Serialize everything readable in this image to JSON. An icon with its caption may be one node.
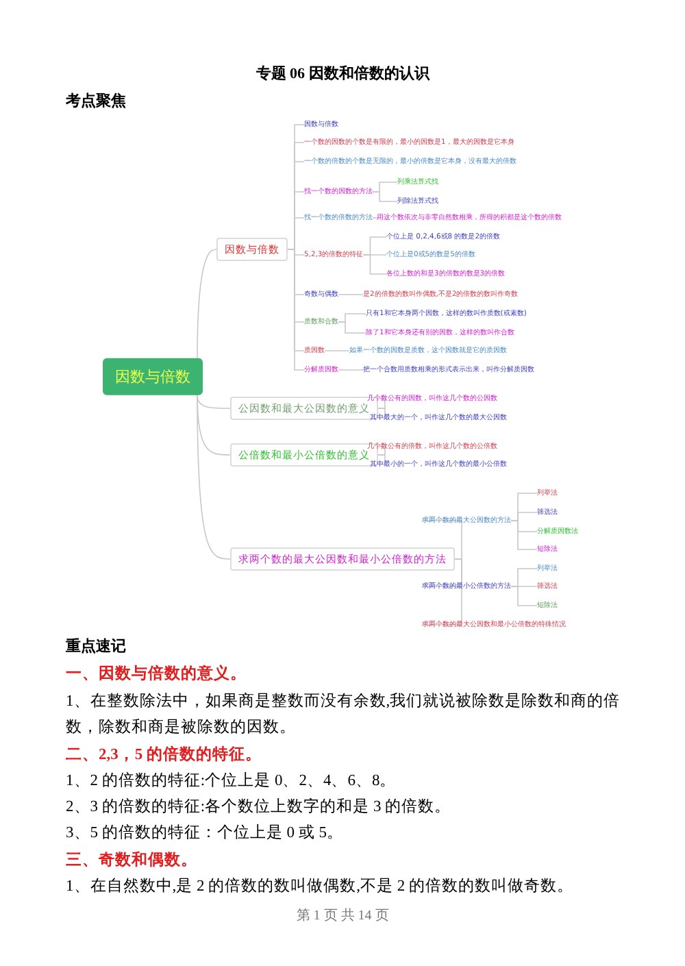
{
  "diagram": {
    "title": "专题 06 因数和倍数的认识",
    "nodes": [
      {
        "text": [
          "因数与倍数"
        ]
      },
      {
        "text": [
          "因数与倍数"
        ]
      },
      {
        "text": [
          "因数与倍数"
        ]
      },
      {
        "text": [
          "一个数的因数的个数是有限的，最小的因数是1，最大的因数是它本身"
        ]
      },
      {
        "text": [
          "一个数的倍数的个数是无限的，最小的倍数是它本身，没有最大的倍数"
        ]
      },
      {
        "text": [
          "找一个数的因数的方法"
        ]
      },
      {
        "text": [
          "列乘法算式找"
        ]
      },
      {
        "text": [
          "列除法算式找"
        ]
      },
      {
        "text": [
          "找一个数的倍数的方法"
        ]
      },
      {
        "text": [
          "用这个数依次与非零自然数相乘，所得的积都是这个数的倍数"
        ]
      },
      {
        "text": [
          "5,2,3的倍数的特征"
        ]
      },
      {
        "text": [
          "个位上是 0,2,4,6或8 的数是2的倍数"
        ]
      },
      {
        "text": [
          "个位上是0或5的数是5的倍数"
        ]
      },
      {
        "text": [
          "各位上数的和是3的倍数的数是3的倍数"
        ]
      },
      {
        "text": [
          "奇数与偶数"
        ]
      },
      {
        "text": [
          "是2的倍数的数叫作偶数,不是2的倍数的数叫作奇数"
        ]
      },
      {
        "text": [
          "质数和合数"
        ]
      },
      {
        "text": [
          "只有1和它本身两个因数，这样的数叫作质数(或素数)"
        ]
      },
      {
        "text": [
          "除了1和它本身还有别的因数，这样的数叫作合数"
        ]
      },
      {
        "text": [
          "质因数"
        ]
      },
      {
        "text": [
          "如果一个数的因数是质数，这个因数就是它的质因数"
        ]
      },
      {
        "text": [
          "分解质因数"
        ]
      },
      {
        "text": [
          "把一个合数用质数相乘的形式表示出来，叫作分解质因数"
        ]
      },
      {
        "text": [
          "公因数和最大公因数的意义"
        ]
      },
      {
        "text": [
          "几个数公有的因数，叫作这几个数的公因数"
        ]
      },
      {
        "text": [
          "其中最大的一个，叫作这几个数的最大公因数"
        ]
      },
      {
        "text": [
          "公倍数和最小公倍数的意义"
        ]
      },
      {
        "text": [
          "几个数公有的倍数，叫作这几个数的公倍数"
        ]
      },
      {
        "text": [
          "其中最小的一个，叫作这几个数的最小公倍数"
        ]
      },
      {
        "text": [
          "求两个数的最大公因数和最小公倍数的方法"
        ]
      },
      {
        "text": [
          "求两个数的最大公因数的方法"
        ]
      },
      {
        "text": [
          "列举法"
        ]
      },
      {
        "text": [
          "筛选法"
        ]
      },
      {
        "text": [
          "分解质因数法"
        ]
      },
      {
        "text": [
          "短除法"
        ]
      },
      {
        "text": [
          "求两个数的最小公倍数的方法"
        ]
      },
      {
        "text": [
          "列举法"
        ]
      },
      {
        "text": [
          "筛选法"
        ]
      },
      {
        "text": [
          "短除法"
        ]
      },
      {
        "text": [
          "求两个数的最大公因数和最小公倍数的特殊情况"
        ]
      }
    ],
    "edges": [
      {
        "from": 0,
        "to": 1,
        "arrow": "none"
      },
      {
        "from": 0,
        "to": 23,
        "arrow": "none"
      },
      {
        "from": 0,
        "to": 26,
        "arrow": "none"
      },
      {
        "from": 0,
        "to": 29,
        "arrow": "none"
      },
      {
        "from": 1,
        "to": 2,
        "arrow": "none"
      },
      {
        "from": 1,
        "to": 3,
        "arrow": "none"
      },
      {
        "from": 1,
        "to": 4,
        "arrow": "none"
      },
      {
        "from": 1,
        "to": 5,
        "arrow": "none"
      },
      {
        "from": 5,
        "to": 6,
        "arrow": "none"
      },
      {
        "from": 5,
        "to": 7,
        "arrow": "none"
      },
      {
        "from": 1,
        "to": 8,
        "arrow": "none"
      },
      {
        "from": 8,
        "to": 9,
        "arrow": "none"
      },
      {
        "from": 1,
        "to": 10,
        "arrow": "none"
      },
      {
        "from": 10,
        "to": 11,
        "arrow": "none"
      },
      {
        "from": 10,
        "to": 12,
        "arrow": "none"
      },
      {
        "from": 10,
        "to": 13,
        "arrow": "none"
      },
      {
        "from": 1,
        "to": 14,
        "arrow": "none"
      },
      {
        "from": 14,
        "to": 15,
        "arrow": "none"
      },
      {
        "from": 1,
        "to": 16,
        "arrow": "none"
      },
      {
        "from": 16,
        "to": 17,
        "arrow": "none"
      },
      {
        "from": 16,
        "to": 18,
        "arrow": "none"
      },
      {
        "from": 1,
        "to": 19,
        "arrow": "none"
      },
      {
        "from": 19,
        "to": 20,
        "arrow": "none"
      },
      {
        "from": 1,
        "to": 21,
        "arrow": "none"
      },
      {
        "from": 21,
        "to": 22,
        "arrow": "none"
      },
      {
        "from": 23,
        "to": 24,
        "arrow": "none"
      },
      {
        "from": 23,
        "to": 25,
        "arrow": "none"
      },
      {
        "from": 26,
        "to": 27,
        "arrow": "none"
      },
      {
        "from": 26,
        "to": 28,
        "arrow": "none"
      },
      {
        "from": 29,
        "to": 30,
        "arrow": "none"
      },
      {
        "from": 30,
        "to": 31,
        "arrow": "none"
      },
      {
        "from": 30,
        "to": 32,
        "arrow": "none"
      },
      {
        "from": 30,
        "to": 33,
        "arrow": "none"
      },
      {
        "from": 30,
        "to": 34,
        "arrow": "none"
      },
      {
        "from": 29,
        "to": 35,
        "arrow": "none"
      },
      {
        "from": 35,
        "to": 36,
        "arrow": "none"
      },
      {
        "from": 35,
        "to": 37,
        "arrow": "none"
      },
      {
        "from": 35,
        "to": 38,
        "arrow": "none"
      },
      {
        "from": 29,
        "to": 39,
        "arrow": "none"
      }
    ],
    "labels": [
      "考点聚焦",
      "重点速记",
      "一、因数与倍数的意义。",
      "1、在整数除法中，如果商是整数而没有余数,我们就说被除数是除数和商的倍数，除数和商是被除数的因数。",
      "二、2,3，5 的倍数的特征。",
      "1、2 的倍数的特征:个位上是 0、2、4、6、8。",
      "2、3 的倍数的特征:各个数位上数字的和是 3 的倍数。",
      "3、5 的倍数的特征：个位上是 0 或 5。",
      "三、奇数和偶数。",
      "1、在自然数中,是 2 的倍数的数叫做偶数,不是 2 的倍数的数叫做奇数。",
      "第 1 页 共 14 页"
    ]
  }
}
